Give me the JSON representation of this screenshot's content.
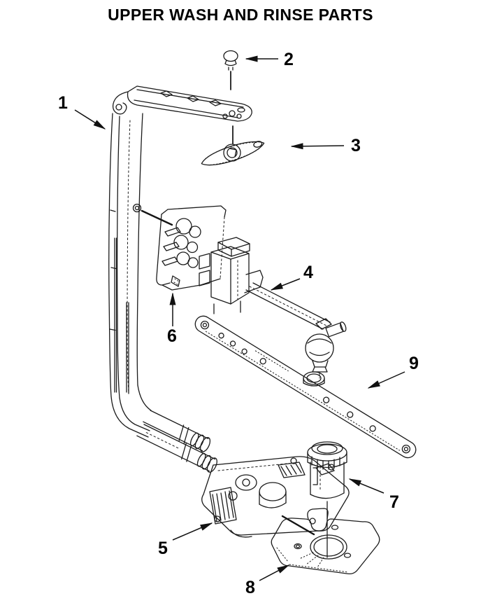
{
  "title": "UPPER WASH AND RINSE PARTS",
  "colors": {
    "background": "#ffffff",
    "line_color": "#1b1b1b",
    "text_color": "#000000"
  },
  "callouts": [
    {
      "label": "1"
    },
    {
      "label": "2"
    },
    {
      "label": "3"
    },
    {
      "label": "4"
    },
    {
      "label": "5"
    },
    {
      "label": "6"
    },
    {
      "label": "7"
    },
    {
      "label": "8"
    },
    {
      "label": "9"
    }
  ]
}
